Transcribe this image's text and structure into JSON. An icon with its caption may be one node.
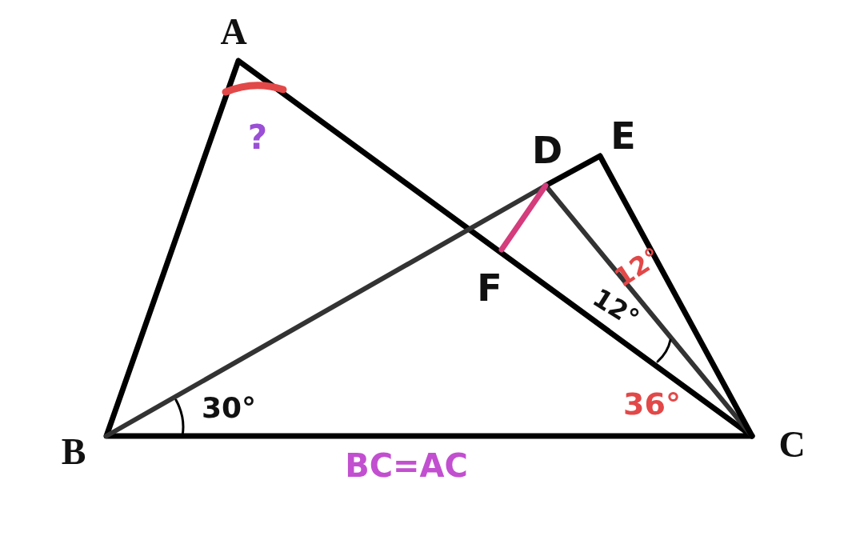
{
  "diagram": {
    "labels": [
      "A",
      "?",
      "D",
      "E",
      "F",
      "12°",
      "12°",
      "B",
      "30°",
      "36°",
      "C",
      "BC=AC"
    ]
  }
}
